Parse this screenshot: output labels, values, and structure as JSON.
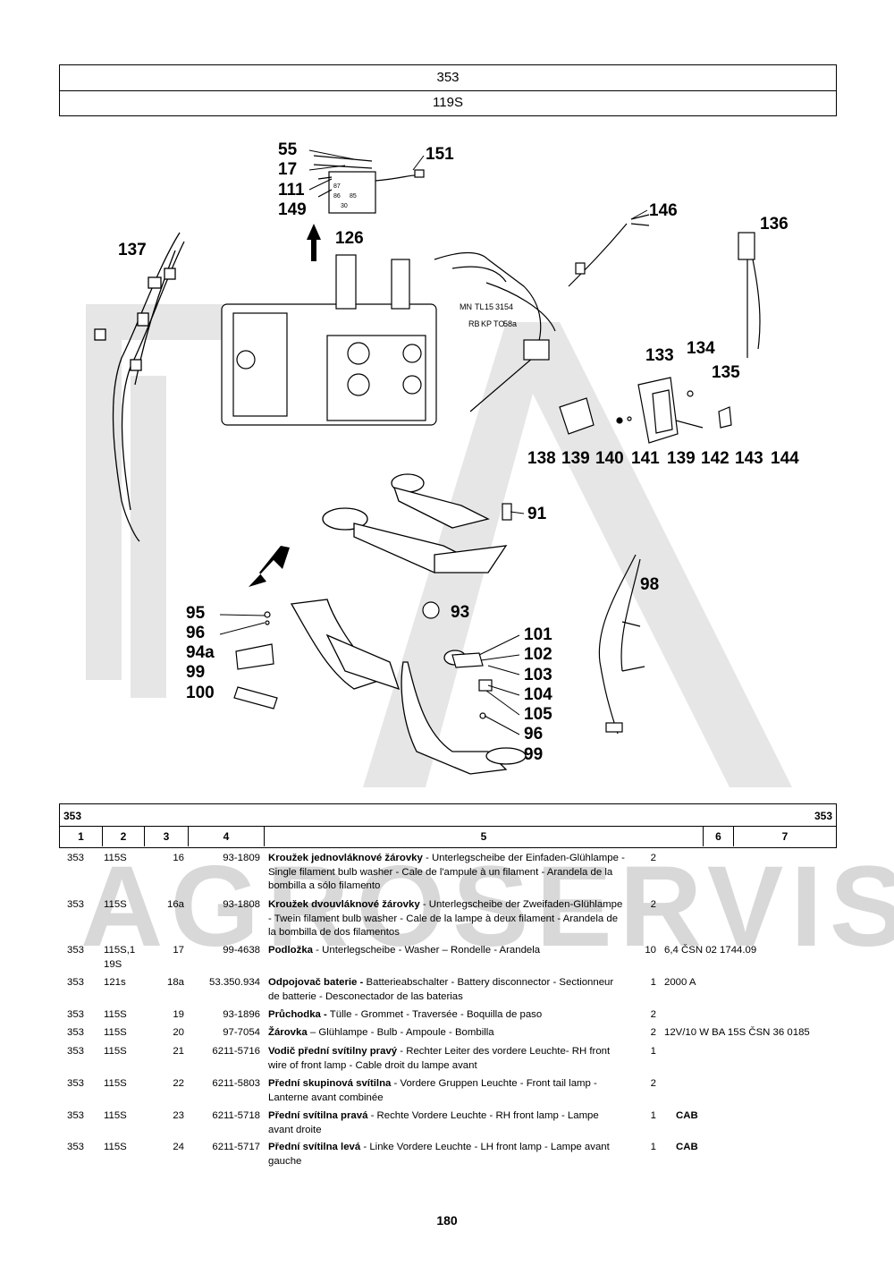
{
  "header": {
    "line1": "353",
    "line2": "119S"
  },
  "watermark": "AGROSERVIS",
  "callouts": [
    "55",
    "17",
    "111",
    "149",
    "151",
    "126",
    "146",
    "136",
    "137",
    "133",
    "134",
    "135",
    "138",
    "139",
    "140",
    "141",
    "139",
    "142",
    "143",
    "144",
    "91",
    "98",
    "93",
    "95",
    "96",
    "94a",
    "99",
    "100",
    "101",
    "102",
    "103",
    "104",
    "105",
    "96",
    "99"
  ],
  "relay_labels": [
    "87",
    "86",
    "85",
    "30"
  ],
  "connector_labels": [
    "MN",
    "TL",
    "15",
    "31",
    "54",
    "RB",
    "KP",
    "TO",
    "58a"
  ],
  "table": {
    "title_left": "353",
    "title_right": "353",
    "columns": [
      "1",
      "2",
      "3",
      "4",
      "5",
      "6",
      "7"
    ],
    "rows": [
      {
        "c1": "353",
        "c2": "115S",
        "c3": "16",
        "c4": "93-1809",
        "name": "Kroužek jednovláknové žárovky",
        "desc": " - Unterlegscheibe der Einfaden-Glühlampe - Single filament bulb washer - Cale de l'ampule à un filament - Arandela de la bombilla a sólo filamento",
        "qty": "2",
        "note": ""
      },
      {
        "c1": "353",
        "c2": "115S",
        "c3": "16a",
        "c4": "93-1808",
        "name": "Kroužek dvouvláknové žárovky",
        "desc": " - Unterlegscheibe der Zweifaden-Glühlampe - Twein filament bulb washer - Cale de la lampe à deux filament - Arandela de la bombilla de dos filamentos",
        "qty": "2",
        "note": ""
      },
      {
        "c1": "353",
        "c2": "115S,1 19S",
        "c3": "17",
        "c4": "99-4638",
        "name": "Podložka",
        "desc": " - Unterlegscheibe - Washer – Rondelle - Arandela",
        "qty": "10",
        "note": "6,4 ČSN 02 1744.09"
      },
      {
        "c1": "353",
        "c2": "121s",
        "c3": "18a",
        "c4": "53.350.934",
        "name": "Odpojovač baterie -",
        "desc": " Batterieabschalter - Battery disconnector - Sectionneur de batterie - Desconectador de las baterias",
        "qty": "1",
        "note": "2000 A"
      },
      {
        "c1": "353",
        "c2": "115S",
        "c3": "19",
        "c4": "93-1896",
        "name": "Průchodka -",
        "desc": " Tülle - Grommet - Traversée - Boquilla de paso",
        "qty": "2",
        "note": ""
      },
      {
        "c1": "353",
        "c2": "115S",
        "c3": "20",
        "c4": "97-7054",
        "name": "Žárovka",
        "desc": " – Glühlampe - Bulb - Ampoule - Bombilla",
        "qty": "2",
        "note": "12V/10 W BA 15S ČSN 36 0185"
      },
      {
        "c1": "353",
        "c2": "115S",
        "c3": "21",
        "c4": "6211-5716",
        "name": "Vodič přední svítilny pravý",
        "desc": " - Rechter Leiter des vordere Leuchte- RH front wire of front lamp - Cable droit du lampe avant",
        "qty": "1",
        "note": ""
      },
      {
        "c1": "353",
        "c2": "115S",
        "c3": "22",
        "c4": "6211-5803",
        "name": "Přední skupinová svítilna",
        "desc": " - Vordere Gruppen Leuchte - Front tail lamp - Lanterne avant combinée",
        "qty": "2",
        "note": ""
      },
      {
        "c1": "353",
        "c2": "115S",
        "c3": "23",
        "c4": "6211-5718",
        "name": "Přední svítilna pravá",
        "desc": " - Rechte Vordere Leuchte - RH front lamp - Lampe avant droite",
        "qty": "1",
        "note": "CAB"
      },
      {
        "c1": "353",
        "c2": "115S",
        "c3": "24",
        "c4": "6211-5717",
        "name": "Přední svítilna levá",
        "desc": " - Linke Vordere Leuchte - LH front lamp - Lampe avant gauche",
        "qty": "1",
        "note": "CAB"
      }
    ]
  },
  "page_number": "180"
}
